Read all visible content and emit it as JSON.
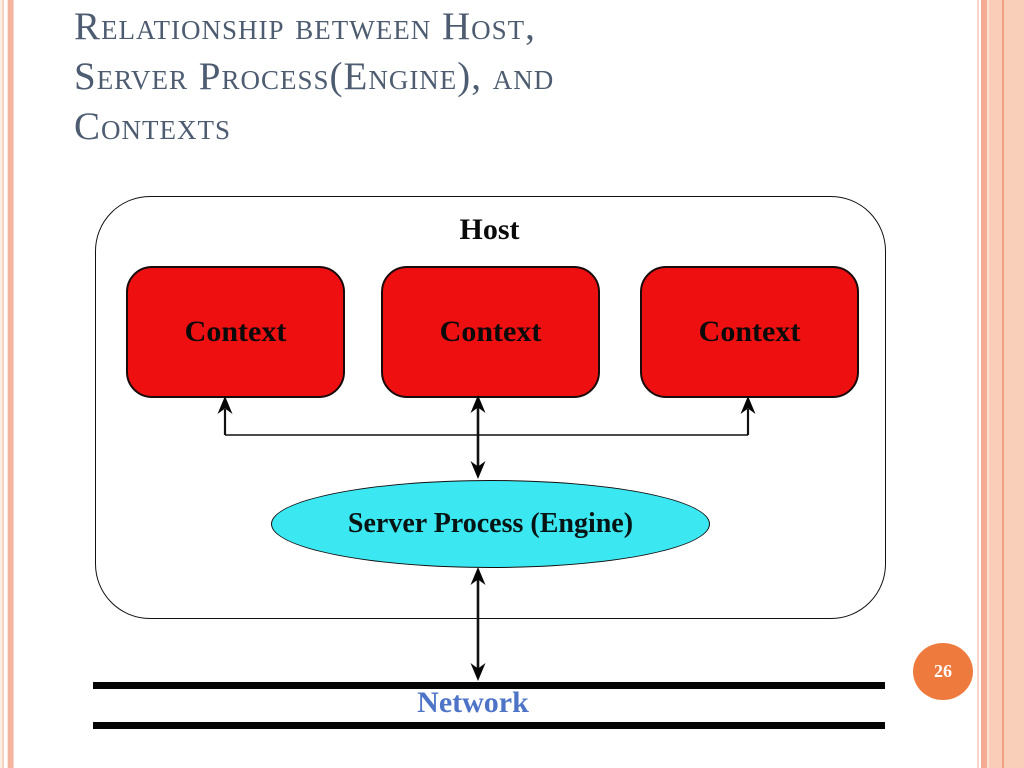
{
  "slide": {
    "title": "Relationship between Host, Server Process(Engine), and Contexts",
    "title_lines": [
      "Relationship between Host,",
      "Server Process(Engine), and",
      "Contexts"
    ],
    "page_number": "26"
  },
  "diagram": {
    "host_label": "Host",
    "context_labels": [
      "Context",
      "Context",
      "Context"
    ],
    "server_label": "Server Process (Engine)",
    "network_label": "Network"
  },
  "colors": {
    "title_text": "#4d5c70",
    "context_fill": "#ee1010",
    "context_border": "#1a0a0a",
    "server_fill": "#3be7f1",
    "network_label_text": "#4e74c8",
    "badge_fill": "#ee7b3d",
    "badge_text": "#ffffff",
    "stripe_salmon": "#f5b4a0",
    "stripe_peach": "#f9cdb7",
    "line_color": "#050505"
  }
}
